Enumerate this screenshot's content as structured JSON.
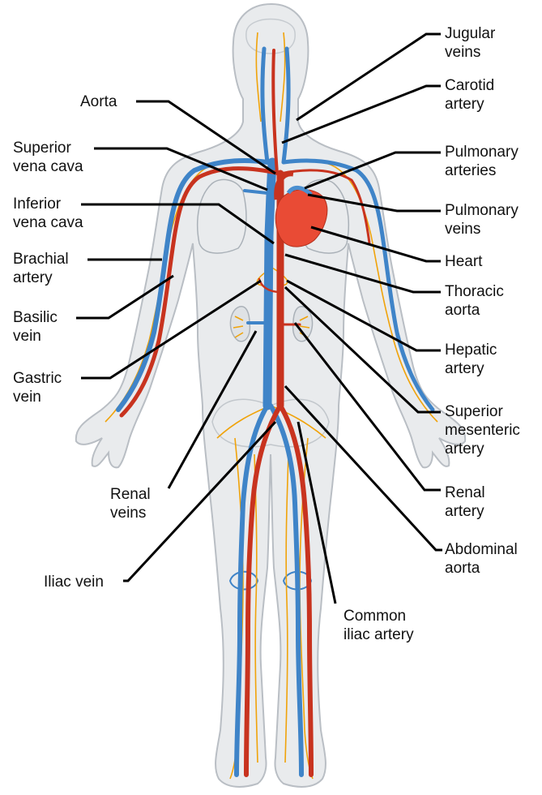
{
  "colors": {
    "artery": "#c8331f",
    "vein": "#3f84c8",
    "nerve_capillary": "#f0a30a",
    "body_fill": "#e9ebed",
    "body_outline": "#b9bec4",
    "organ_outline": "#aab1b8",
    "heart": "#e94b35",
    "leader_line": "#000000"
  },
  "labels": {
    "jugular": [
      "Jugular",
      "veins"
    ],
    "carotid": [
      "Carotid",
      "artery"
    ],
    "aorta": [
      "Aorta"
    ],
    "svc": [
      "Superior",
      "vena cava"
    ],
    "ivc": [
      "Inferior",
      "vena cava"
    ],
    "pulm_art": [
      "Pulmonary",
      "arteries"
    ],
    "pulm_vein": [
      "Pulmonary",
      "veins"
    ],
    "heart": [
      "Heart"
    ],
    "brachial": [
      "Brachial",
      "artery"
    ],
    "thoracic": [
      "Thoracic",
      "aorta"
    ],
    "basilic": [
      "Basilic",
      "vein"
    ],
    "hepatic": [
      "Hepatic",
      "artery"
    ],
    "gastric": [
      "Gastric",
      "vein"
    ],
    "sup_mes": [
      "Superior",
      "mesenteric",
      "artery"
    ],
    "renal_veins": [
      "Renal",
      "veins"
    ],
    "renal_artery": [
      "Renal",
      "artery"
    ],
    "abd_aorta": [
      "Abdominal",
      "aorta"
    ],
    "iliac_vein": [
      "Iliac vein"
    ],
    "common_iliac": [
      "Common",
      "iliac artery"
    ]
  }
}
